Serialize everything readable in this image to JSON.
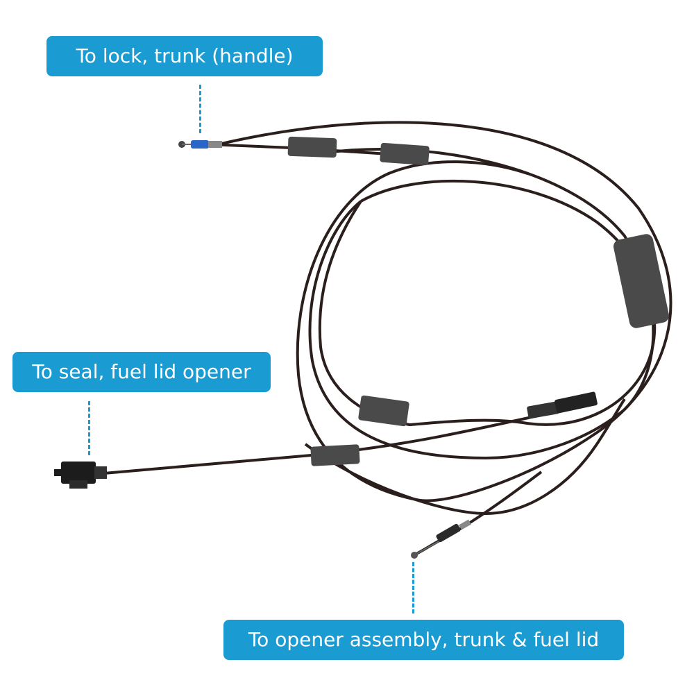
{
  "labels": {
    "top": "To lock, trunk (handle)",
    "middle": "To seal, fuel lid opener",
    "bottom": "To opener assembly, trunk & fuel lid"
  },
  "colors": {
    "label_background": "#1a9bd2",
    "label_text": "#ffffff",
    "cable": "#2a1f1c",
    "foam_sleeve": "#4a4a4a",
    "blue_spring": "#2a66c8"
  }
}
